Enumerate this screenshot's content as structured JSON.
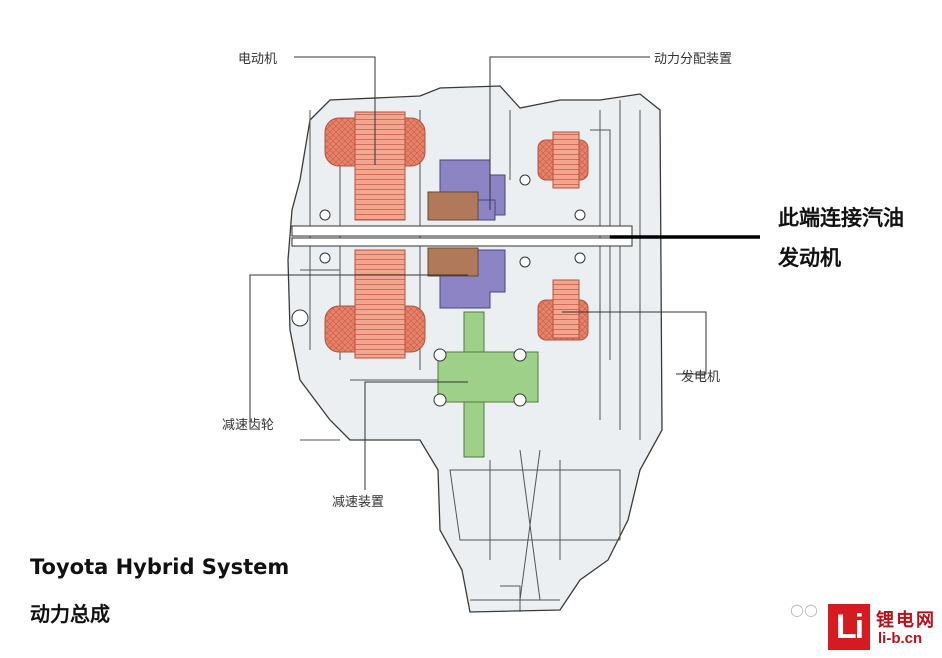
{
  "labels": {
    "motor": "电动机",
    "power_split": "动力分配装置",
    "reduction_gear": "减速齿轮",
    "reduction_unit": "减速装置",
    "generator": "发电机"
  },
  "callout": {
    "line1": "此端连接汽油",
    "line2": "发动机"
  },
  "caption": {
    "line1": "Toyota Hybrid System",
    "line2": "动力总成"
  },
  "watermark": {
    "logo_text": "Li",
    "site_cn": "锂电网",
    "site_url": "li-b.cn"
  },
  "colors": {
    "motor_copper": "#e7826a",
    "power_split_purple": "#8c84c4",
    "gear_brown": "#b07a5a",
    "reduction_green": "#9fd08a",
    "housing_gray": "#eceff1",
    "line": "#333333"
  }
}
